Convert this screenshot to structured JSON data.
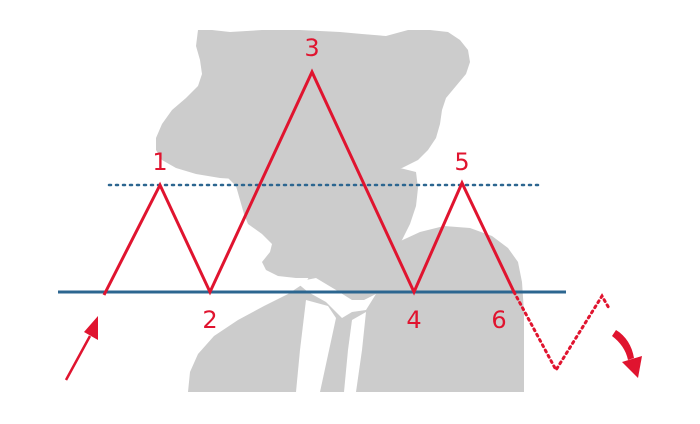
{
  "diagram": {
    "points": [
      "1",
      "2",
      "3",
      "4",
      "5",
      "6"
    ],
    "colors": {
      "pattern_line": "#e0142f",
      "label": "#e0142f",
      "neckline": "#2c6690",
      "shoulder_line": "#2c6690",
      "silhouette": "#cccccc",
      "background": "#ffffff"
    }
  }
}
